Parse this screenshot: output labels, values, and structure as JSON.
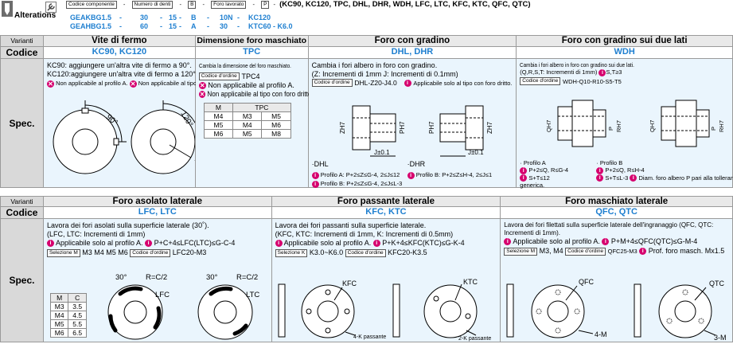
{
  "header": {
    "title": "Alterations",
    "labels": {
      "component": "Codice componente",
      "teeth": "Numero di denti",
      "b": "B",
      "bore": "Foro lavorato",
      "p": "P"
    },
    "code_line": "(KC90, KC120, TPC, DHL, DHR, WDH, LFC, LTC, KFC, KTC, QFC, QTC)",
    "example1": {
      "part": "GEAKBG1.5",
      "teeth": "30",
      "b": "15",
      "bore": "B",
      "p": "10N",
      "alt": "KC120"
    },
    "example2": {
      "part": "GEAHBG1.5",
      "teeth": "60",
      "b": "15",
      "bore": "A",
      "p": "30",
      "alt": "KTC60 - K6.0"
    },
    "dash": "-"
  },
  "table1": {
    "varianti": "Varianti",
    "codice": "Codice",
    "spec": "Spec.",
    "cols": [
      {
        "title": "Vite di fermo",
        "code": "KC90, KC120",
        "lines": [
          "KC90: aggiungere un'altra vite di fermo a 90°.",
          "KC120:aggiungere un'altra vite di fermo a 120°."
        ],
        "na_profile": "Non applicabile al profilo A.",
        "na_bore": "Non applicabile al tipo con foro dritto.",
        "angle1": "90°",
        "angle2": "120°"
      },
      {
        "title": "Dimensione foro maschiato",
        "code": "TPC",
        "line1": "Cambia la dimensione del foro maschiato.",
        "order_label": "Codice d'ordine",
        "order_value": "TPC4",
        "na_profile": "Non applicabile al profilo A.",
        "na_bore": "Non applicabile al tipo con foro dritto.",
        "mini": {
          "head": [
            "M",
            "TPC"
          ],
          "rows": [
            [
              "M4",
              "M3",
              "M5"
            ],
            [
              "M5",
              "M4",
              "M6"
            ],
            [
              "M6",
              "M5",
              "M8"
            ]
          ]
        }
      },
      {
        "title": "Foro con gradino",
        "code": "DHL, DHR",
        "line1": "Cambia i fori albero in foro con gradino.",
        "line2": "(Z: Incrementi di 1mm J: Incrementi di 0.1mm)",
        "order_label": "Codice d'ordine",
        "order_value": "DHL-Z20-J4.0",
        "applicable": "Applicabile solo al tipo con foro dritto.",
        "dhl": "·DHL",
        "dhr": "·DHR",
        "dhl_cond1": "Profilo A: P+2≤Z≤G-4, 2≤J≤12",
        "dhl_cond2": "Profilo B: P+2≤Z≤G-4, 2≤J≤L-3",
        "dhr_cond": "Profilo B: P+2≤Z≤H-4, 2≤J≤1",
        "dim": {
          "zh7": "ZH7",
          "ph7": "PH7",
          "j01": "J±0.1"
        }
      },
      {
        "title": "Foro con gradino sui due lati",
        "code": "WDH",
        "line1": "Cambia i fori albero in foro con gradino sui due lati.",
        "line2": "(Q,R,S,T: Incrementi di 1mm)",
        "line2b": "S,T≥3",
        "order_label": "Codice d'ordine",
        "order_value": "WDH-Q10-R10-S5-T5",
        "profA": "· Profilo A",
        "profA_c1": "P+2≤Q, R≤G-4",
        "profA_c2": "S+T≤12",
        "profA_c3": "generica.",
        "profB": "· Profilo B",
        "profB_c1": "P+2≤Q, R≤H-4",
        "profB_c2": "S+T≤L-3",
        "profB_c3": "Diam. foro albero P pari alla tolleranza",
        "dim": {
          "qh7": "QH7",
          "rh7": "RH7",
          "p": "P"
        }
      }
    ]
  },
  "table2": {
    "varianti": "Varianti",
    "codice": "Codice",
    "spec": "Spec.",
    "cols": [
      {
        "title": "Foro asolato laterale",
        "code": "LFC, LTC",
        "line1": "Lavora dei fori asolati sulla superficie laterale (30˚).",
        "line2": "(LFC, LTC: Incrementi di 1mm)",
        "applicable": "Applicabile solo al profilo A.",
        "cond": "P+C+4≤LFC(LTC)≤G-C-4",
        "sel_label": "Selezione M",
        "sel_value": "M3 M4 M5 M6",
        "order_label": "Codice d'ordine",
        "order_value": "LFC20-M3",
        "mini": {
          "head": [
            "M",
            "C"
          ],
          "rows": [
            [
              "M3",
              "3.5"
            ],
            [
              "M4",
              "4.5"
            ],
            [
              "M5",
              "5.5"
            ],
            [
              "M6",
              "6.5"
            ]
          ]
        },
        "fig": {
          "a30": "30°",
          "rc2": "R=C/2",
          "lfc": "LFC",
          "ltc": "LTC"
        }
      },
      {
        "title": "Foro passante laterale",
        "code": "KFC, KTC",
        "line1": "Lavora dei fori passanti sulla superficie laterale.",
        "line2": "(KFC, KTC: Incrementi di 1mm, K: Incrementi di 0.5mm)",
        "applicable": "Applicabile solo al profilo A.",
        "cond": "P+K+4≤KFC(KTC)≤G-K-4",
        "sel_label": "Selezione K",
        "sel_value": "K3.0~K6.0",
        "order_label": "Codice d'ordine",
        "order_value": "KFC20-K3.5",
        "fig": {
          "kfc": "KFC",
          "ktc": "KTC",
          "k4": "4-K passante",
          "k2": "2-K passante"
        }
      },
      {
        "title": "Foro maschiato laterale",
        "code": "QFC, QTC",
        "line1": "Lavora dei fori filettati sulla superficie laterale dell'ingranaggio (QFC, QTC: Incrementi di 1mm).",
        "applicable": "Applicabile solo al profilo A.",
        "cond": "P+M+4≤QFC(QTC)≤G-M-4",
        "sel_label": "Selezione M",
        "sel_value": "M3, M4",
        "order_label": "Codice d'ordine",
        "order_value": "QFC25-M3",
        "prof": "Prof. foro masch. Mx1.5",
        "fig": {
          "qfc": "QFC",
          "qtc": "QTC",
          "m4": "4-M",
          "m3": "3-M"
        }
      }
    ]
  }
}
